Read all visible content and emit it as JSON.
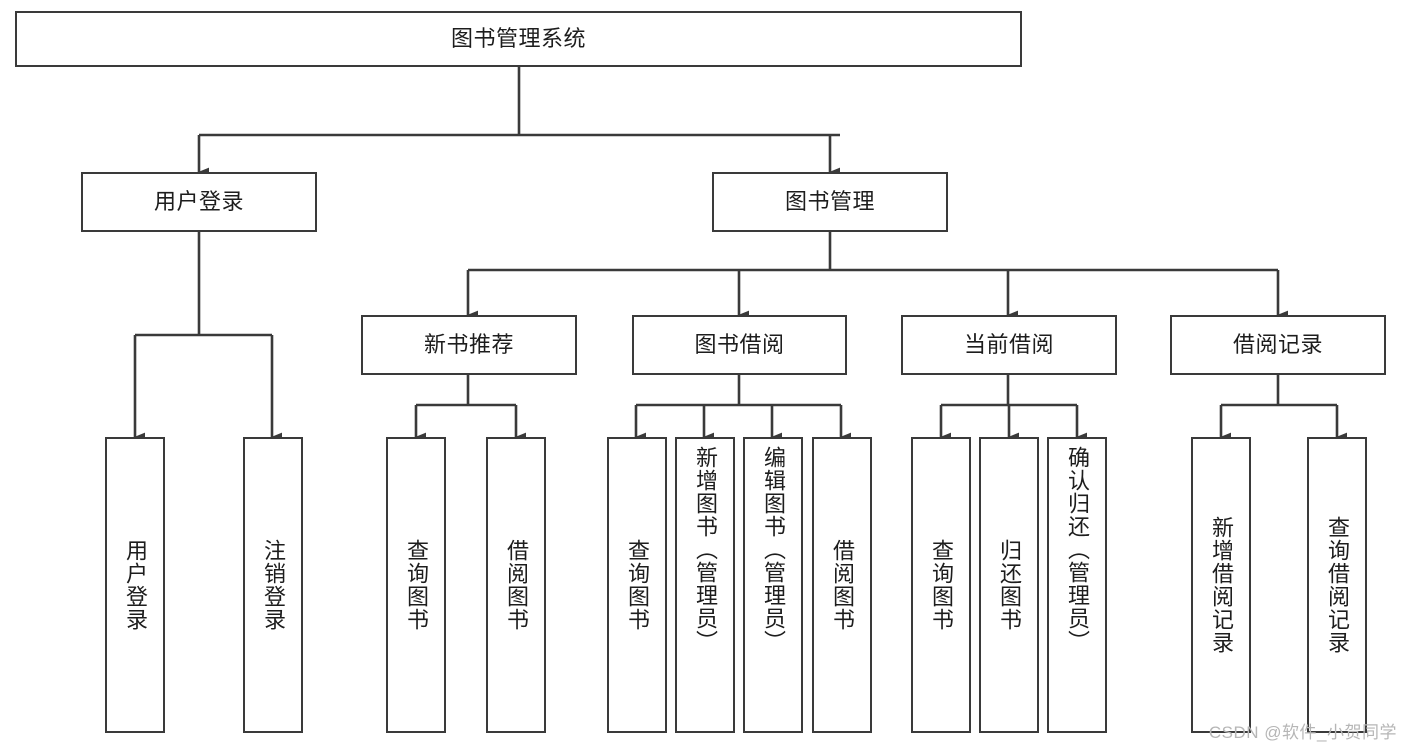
{
  "diagram": {
    "type": "tree",
    "title": "图书管理系统",
    "watermark": "CSDN @软件_小贺同学",
    "colors": {
      "box_border": "#3a3a3a",
      "box_fill": "#ffffff",
      "connector": "#3a3a3a",
      "text": "#1d1d1d",
      "watermark": "#b6b6b6"
    },
    "root": {
      "label": "图书管理系统"
    },
    "level2": [
      {
        "label": "用户登录"
      },
      {
        "label": "图书管理"
      }
    ],
    "level3": [
      {
        "label": "新书推荐"
      },
      {
        "label": "图书借阅"
      },
      {
        "label": "当前借阅"
      },
      {
        "label": "借阅记录"
      }
    ],
    "leaves": {
      "user_login": [
        {
          "label": "用户登录"
        },
        {
          "label": "注销登录"
        }
      ],
      "new_book": [
        {
          "label": "查询图书"
        },
        {
          "label": "借阅图书"
        }
      ],
      "book_borrow": [
        {
          "label": "查询图书"
        },
        {
          "label": "新增图书（管理员）"
        },
        {
          "label": "编辑图书（管理员）"
        },
        {
          "label": "借阅图书"
        }
      ],
      "current_borrow": [
        {
          "label": "查询图书"
        },
        {
          "label": "归还图书"
        },
        {
          "label": "确认归还（管理员）"
        }
      ],
      "borrow_record": [
        {
          "label": "新增借阅记录"
        },
        {
          "label": "查询借阅记录"
        }
      ]
    }
  }
}
